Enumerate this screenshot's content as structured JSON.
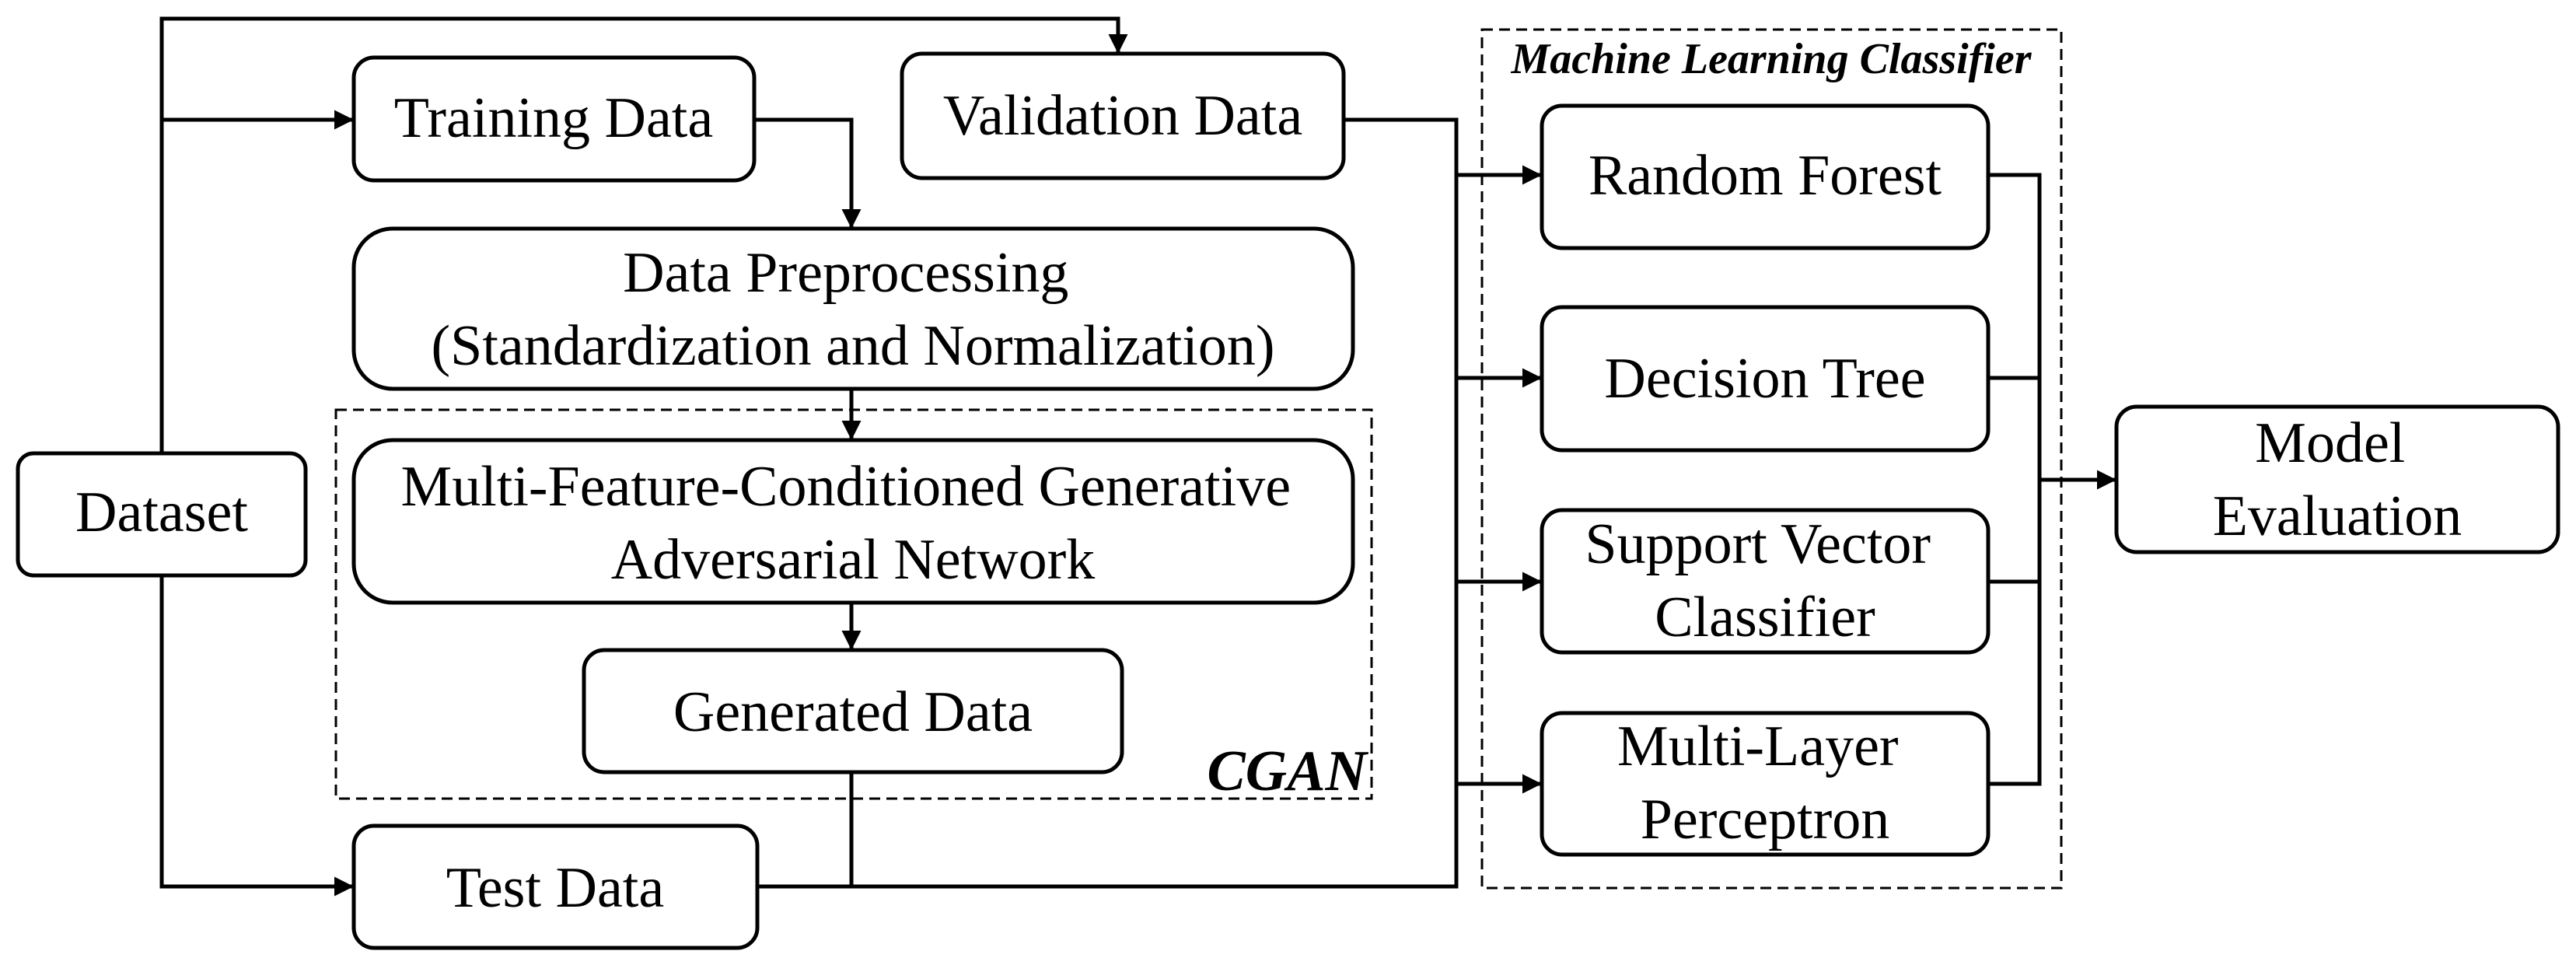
{
  "nodes": {
    "dataset": "Dataset",
    "training_data": "Training Data",
    "validation_data": "Validation Data",
    "data_preprocessing": [
      "Data Preprocessing",
      "(Standardization and Normalization)"
    ],
    "mfcgan": [
      "Multi-Feature-Conditioned Generative",
      "Adversarial Network"
    ],
    "generated_data": "Generated Data",
    "test_data": "Test Data",
    "random_forest": "Random Forest",
    "decision_tree": "Decision Tree",
    "support_vector_classifier": [
      "Support Vector",
      "Classifier"
    ],
    "multi_layer_perceptron": [
      "Multi-Layer",
      "Perceptron"
    ],
    "model_evaluation": [
      "Model",
      "Evaluation"
    ]
  },
  "groups": {
    "cgan": "CGAN",
    "machine_learning_classifier": "Machine Learning Classifier"
  }
}
